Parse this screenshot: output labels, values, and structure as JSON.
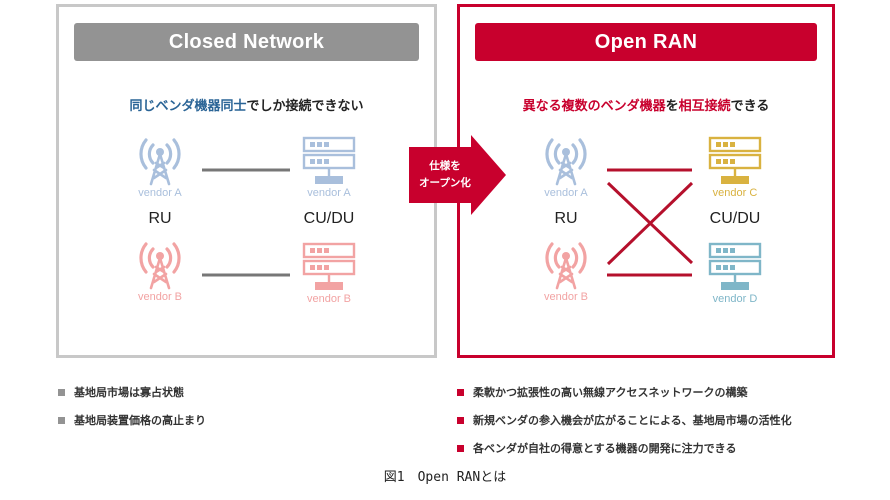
{
  "closed": {
    "title": "Closed Network",
    "subtitle_highlight": "同じベンダ機器同士",
    "subtitle_rest": "でしか接続できない",
    "ru_label": "RU",
    "cudu_label": "CU/DU",
    "ru_vendors": [
      "vendor A",
      "vendor B"
    ],
    "cudu_vendors": [
      "vendor A",
      "vendor B"
    ],
    "bullets": [
      "基地局市場は寡占状態",
      "基地局装置価格の高止まり"
    ]
  },
  "open": {
    "title": "Open RAN",
    "subtitle_parts": [
      {
        "text": "異なる複数のベンダ機器",
        "highlight": true
      },
      {
        "text": "を",
        "highlight": false
      },
      {
        "text": "相互接続",
        "highlight": true
      },
      {
        "text": "できる",
        "highlight": false
      }
    ],
    "ru_label": "RU",
    "cudu_label": "CU/DU",
    "ru_vendors": [
      "vendor A",
      "vendor B"
    ],
    "cudu_vendors": [
      "vendor C",
      "vendor D"
    ],
    "bullets": [
      "柔軟かつ拡張性の高い無線アクセスネットワークの構築",
      "新規ベンダの参入機会が広がることによる、基地局市場の活性化",
      "各ベンダが自社の得意とする機器の開発に注力できる"
    ]
  },
  "arrow": {
    "line1": "仕様を",
    "line2": "オープン化"
  },
  "caption": "図1　Open RANとは",
  "colors": {
    "closed_accent": "#939393",
    "open_accent": "#c8002d",
    "vendor_a": "#a9bfdc",
    "vendor_b": "#f2a3a3",
    "vendor_c": "#d9b240",
    "vendor_d": "#7fb6c8",
    "link_closed": "#777777",
    "link_open": "#b5102c"
  },
  "icons": {
    "ru": "antenna-tower-icon",
    "cudu": "server-rack-icon"
  }
}
